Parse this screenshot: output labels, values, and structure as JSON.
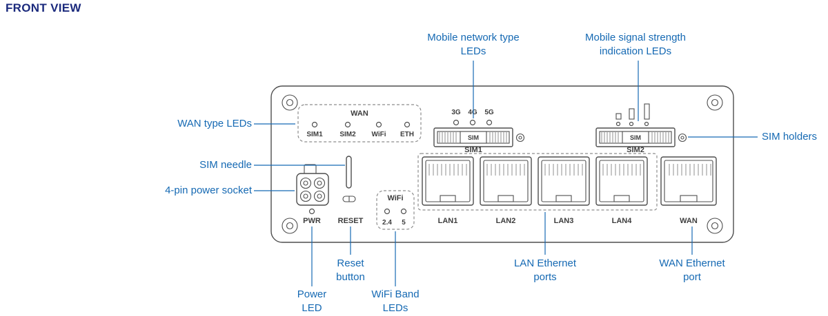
{
  "colors": {
    "accent": "#1569b3",
    "title": "#1b2a7d",
    "line": "#4d4d4d",
    "dash": "#8c8c8c",
    "text": "#3d3d3d"
  },
  "title": "FRONT VIEW",
  "device": {
    "wan_panel": {
      "label": "WAN",
      "leds": [
        "SIM1",
        "SIM2",
        "WiFi",
        "ETH"
      ]
    },
    "network_type_leds": [
      "3G",
      "4G",
      "5G"
    ],
    "sim_slots": [
      {
        "slot": "SIM",
        "label": "SIM1"
      },
      {
        "slot": "SIM",
        "label": "SIM2"
      }
    ],
    "power_led_label": "PWR",
    "reset_label": "RESET",
    "wifi_panel": {
      "label": "WiFi",
      "bands": [
        "2.4",
        "5"
      ]
    },
    "ports": [
      "LAN1",
      "LAN2",
      "LAN3",
      "LAN4",
      "WAN"
    ]
  },
  "callouts": {
    "mobile_network_type": "Mobile network type LEDs",
    "mobile_signal_strength": "Mobile signal strength indication LEDs",
    "wan_type_leds": "WAN type LEDs",
    "sim_holders": "SIM holders",
    "sim_needle": "SIM needle",
    "power_socket": "4-pin power socket",
    "reset_button": "Reset button",
    "power_led": "Power LED",
    "wifi_band_leds": "WiFi Band LEDs",
    "lan_ports": "LAN Ethernet ports",
    "wan_port": "WAN Ethernet port"
  }
}
